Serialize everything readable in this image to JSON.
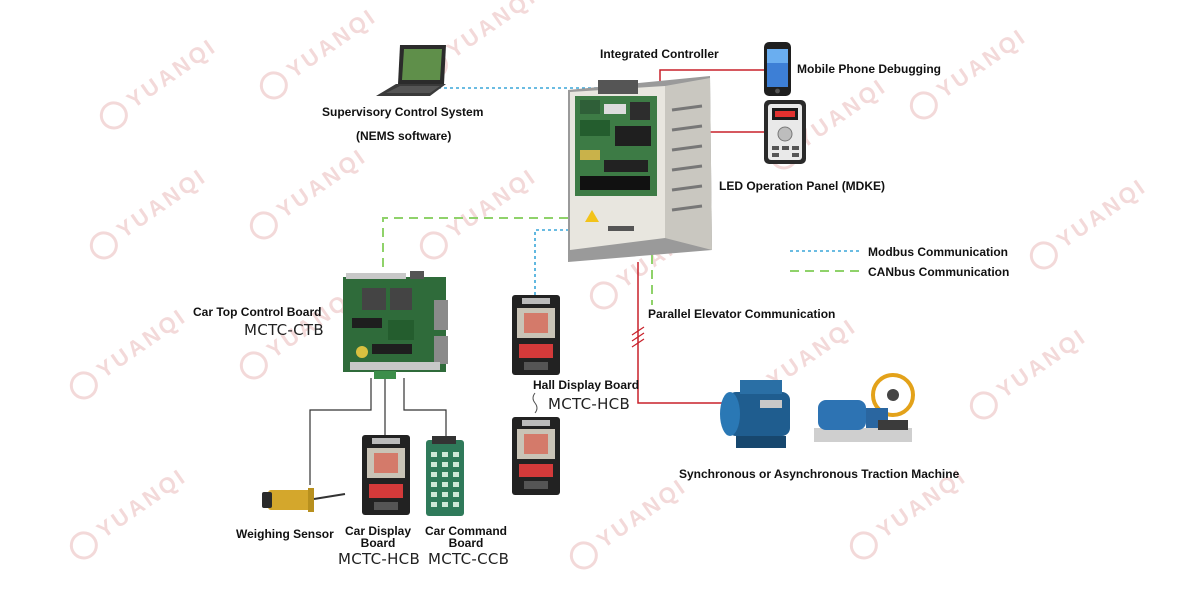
{
  "watermark": {
    "text": "YUANQI"
  },
  "labels": {
    "integrated_controller": "Integrated Controller",
    "mobile_phone": "Mobile Phone Debugging",
    "supervisory_line1": "Supervisory Control System",
    "supervisory_line2": "(NEMS software)",
    "led_panel": "LED Operation Panel (MDKE)",
    "car_top_board": "Car Top Control Board",
    "car_top_model": "MCTC-CTB",
    "hall_display_board": "Hall Display Board",
    "hall_display_model": "MCTC-HCB",
    "parallel": "Parallel Elevator Communication",
    "traction": "Synchronous or Asynchronous Traction Machine",
    "weighing": "Weighing Sensor",
    "car_display_line1": "Car Display",
    "car_display_line2": "Board",
    "car_display_model": "MCTC-HCB",
    "car_command_line1": "Car Command",
    "car_command_line2": "Board",
    "car_command_model": "MCTC-CCB"
  },
  "legend": {
    "modbus": "Modbus Communication",
    "canbus": "CANbus Communication"
  },
  "colors": {
    "modbus": "#3aa6d8",
    "canbus": "#8fd26a",
    "power": "#c8202a",
    "wire": "#333333",
    "watermark": "#f3d9d9"
  }
}
